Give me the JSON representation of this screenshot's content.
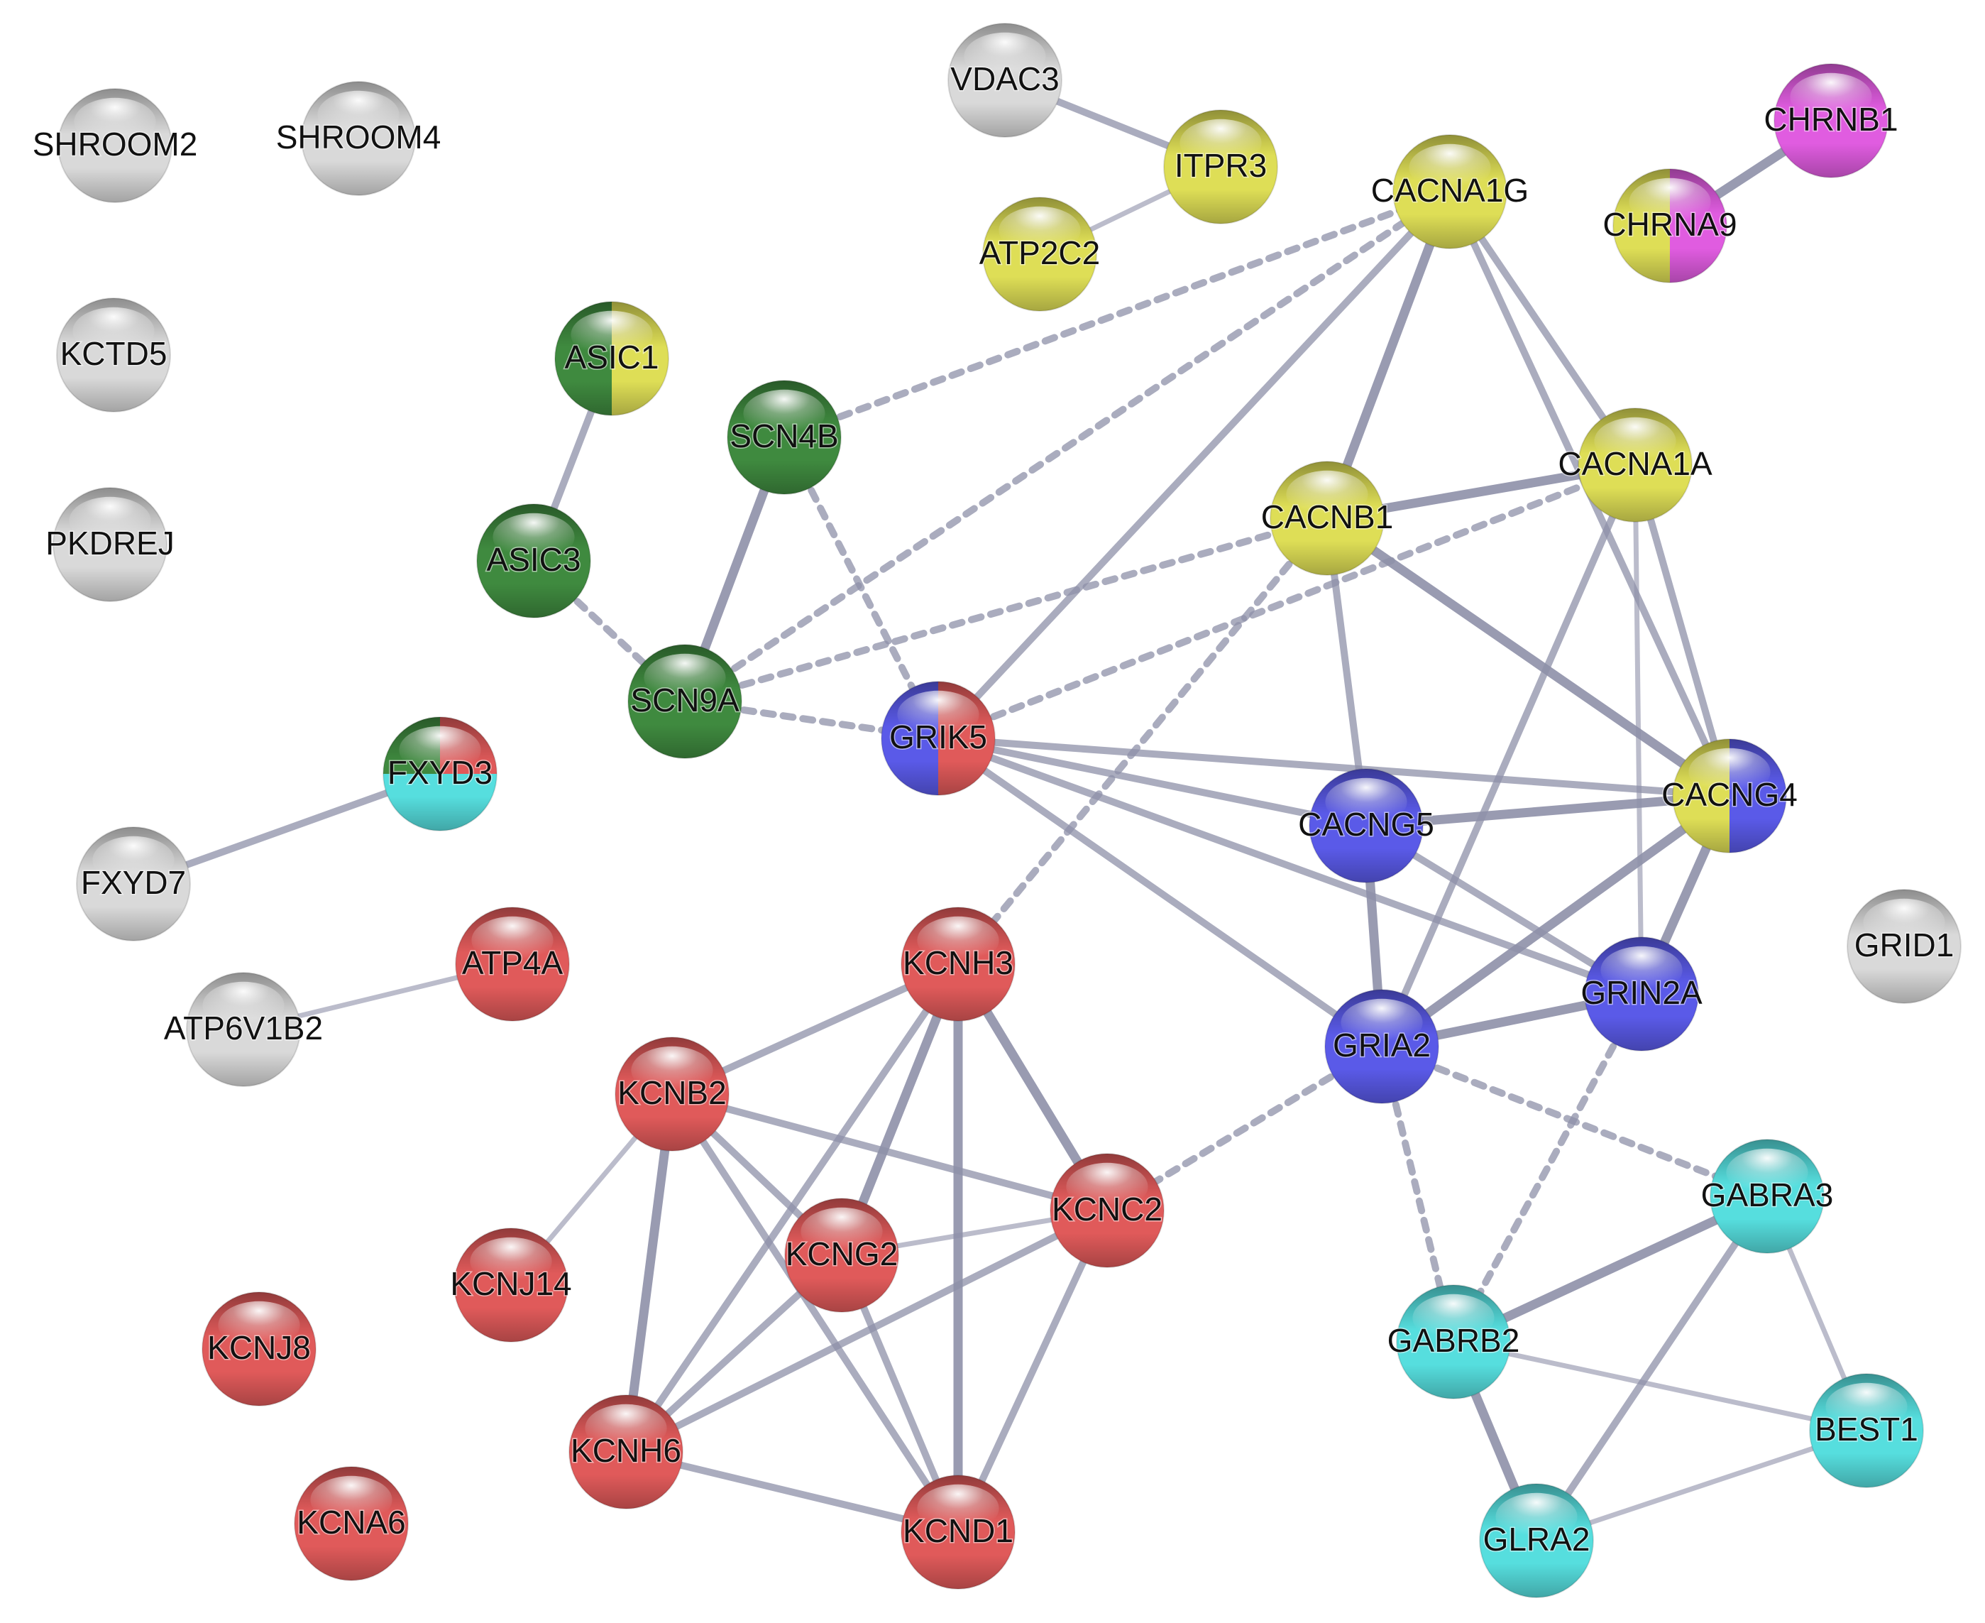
{
  "network": {
    "colors": {
      "gray": "#d9d9d9",
      "yellow": "#dede56",
      "magenta": "#e05ce0",
      "green": "#3f8a3f",
      "cyan": "#56dede",
      "red": "#e05a5a",
      "blue": "#5a5ae8",
      "edge": "#8e90a8"
    },
    "nodes": [
      {
        "id": "SHROOM2",
        "label": "SHROOM2",
        "colors": [
          "gray"
        ]
      },
      {
        "id": "SHROOM4",
        "label": "SHROOM4",
        "colors": [
          "gray"
        ]
      },
      {
        "id": "KCTD5",
        "label": "KCTD5",
        "colors": [
          "gray"
        ]
      },
      {
        "id": "PKDREJ",
        "label": "PKDREJ",
        "colors": [
          "gray"
        ]
      },
      {
        "id": "VDAC3",
        "label": "VDAC3",
        "colors": [
          "gray"
        ]
      },
      {
        "id": "ITPR3",
        "label": "ITPR3",
        "colors": [
          "yellow"
        ]
      },
      {
        "id": "ATP2C2",
        "label": "ATP2C2",
        "colors": [
          "yellow"
        ]
      },
      {
        "id": "CACNA1G",
        "label": "CACNA1G",
        "colors": [
          "yellow"
        ]
      },
      {
        "id": "CHRNB1",
        "label": "CHRNB1",
        "colors": [
          "magenta"
        ]
      },
      {
        "id": "CHRNA9",
        "label": "CHRNA9",
        "colors": [
          "yellow",
          "magenta"
        ]
      },
      {
        "id": "ASIC1",
        "label": "ASIC1",
        "colors": [
          "green",
          "yellow"
        ]
      },
      {
        "id": "SCN4B",
        "label": "SCN4B",
        "colors": [
          "green"
        ]
      },
      {
        "id": "ASIC3",
        "label": "ASIC3",
        "colors": [
          "green"
        ]
      },
      {
        "id": "SCN9A",
        "label": "SCN9A",
        "colors": [
          "green"
        ]
      },
      {
        "id": "CACNB1",
        "label": "CACNB1",
        "colors": [
          "yellow"
        ]
      },
      {
        "id": "CACNA1A",
        "label": "CACNA1A",
        "colors": [
          "yellow"
        ]
      },
      {
        "id": "FXYD3",
        "label": "FXYD3",
        "colors": [
          "green",
          "red",
          "cyan"
        ]
      },
      {
        "id": "FXYD7",
        "label": "FXYD7",
        "colors": [
          "gray"
        ]
      },
      {
        "id": "GRIK5",
        "label": "GRIK5",
        "colors": [
          "blue",
          "red"
        ]
      },
      {
        "id": "CACNG5",
        "label": "CACNG5",
        "colors": [
          "blue"
        ]
      },
      {
        "id": "CACNG4",
        "label": "CACNG4",
        "colors": [
          "yellow",
          "blue"
        ]
      },
      {
        "id": "GRID1",
        "label": "GRID1",
        "colors": [
          "gray"
        ]
      },
      {
        "id": "ATP4A",
        "label": "ATP4A",
        "colors": [
          "red"
        ]
      },
      {
        "id": "ATP6V1B2",
        "label": "ATP6V1B2",
        "colors": [
          "gray"
        ]
      },
      {
        "id": "KCNH3",
        "label": "KCNH3",
        "colors": [
          "red"
        ]
      },
      {
        "id": "GRIN2A",
        "label": "GRIN2A",
        "colors": [
          "blue"
        ]
      },
      {
        "id": "GRIA2",
        "label": "GRIA2",
        "colors": [
          "blue"
        ]
      },
      {
        "id": "KCNB2",
        "label": "KCNB2",
        "colors": [
          "red"
        ]
      },
      {
        "id": "GABRA3",
        "label": "GABRA3",
        "colors": [
          "cyan"
        ]
      },
      {
        "id": "KCNC2",
        "label": "KCNC2",
        "colors": [
          "red"
        ]
      },
      {
        "id": "KCNG2",
        "label": "KCNG2",
        "colors": [
          "red"
        ]
      },
      {
        "id": "KCNJ14",
        "label": "KCNJ14",
        "colors": [
          "red"
        ]
      },
      {
        "id": "GABRB2",
        "label": "GABRB2",
        "colors": [
          "cyan"
        ]
      },
      {
        "id": "KCNJ8",
        "label": "KCNJ8",
        "colors": [
          "red"
        ]
      },
      {
        "id": "BEST1",
        "label": "BEST1",
        "colors": [
          "cyan"
        ]
      },
      {
        "id": "KCNH6",
        "label": "KCNH6",
        "colors": [
          "red"
        ]
      },
      {
        "id": "KCND1",
        "label": "KCND1",
        "colors": [
          "red"
        ]
      },
      {
        "id": "GLRA2",
        "label": "GLRA2",
        "colors": [
          "cyan"
        ]
      },
      {
        "id": "KCNA6",
        "label": "KCNA6",
        "colors": [
          "red"
        ]
      }
    ],
    "edges": [
      {
        "source": "VDAC3",
        "target": "ITPR3",
        "style": "solid",
        "weight": 2
      },
      {
        "source": "ATP2C2",
        "target": "ITPR3",
        "style": "solid",
        "weight": 1
      },
      {
        "source": "CHRNA9",
        "target": "CHRNB1",
        "style": "solid",
        "weight": 3
      },
      {
        "source": "ASIC1",
        "target": "ASIC3",
        "style": "solid",
        "weight": 2
      },
      {
        "source": "SCN4B",
        "target": "SCN9A",
        "style": "solid",
        "weight": 3
      },
      {
        "source": "ASIC3",
        "target": "SCN9A",
        "style": "dashed",
        "weight": 2
      },
      {
        "source": "SCN4B",
        "target": "CACNA1G",
        "style": "dashed",
        "weight": 2
      },
      {
        "source": "SCN9A",
        "target": "CACNA1G",
        "style": "dashed",
        "weight": 2
      },
      {
        "source": "SCN9A",
        "target": "CACNB1",
        "style": "dashed",
        "weight": 2
      },
      {
        "source": "SCN9A",
        "target": "GRIK5",
        "style": "dashed",
        "weight": 2
      },
      {
        "source": "SCN4B",
        "target": "GRIK5",
        "style": "dashed",
        "weight": 2
      },
      {
        "source": "GRIK5",
        "target": "CACNA1G",
        "style": "solid",
        "weight": 2
      },
      {
        "source": "CACNA1G",
        "target": "CACNB1",
        "style": "solid",
        "weight": 3
      },
      {
        "source": "CACNA1G",
        "target": "CACNA1A",
        "style": "solid",
        "weight": 2
      },
      {
        "source": "CACNA1G",
        "target": "CACNG4",
        "style": "solid",
        "weight": 2
      },
      {
        "source": "CACNB1",
        "target": "CACNA1A",
        "style": "solid",
        "weight": 3
      },
      {
        "source": "CACNB1",
        "target": "CACNG5",
        "style": "solid",
        "weight": 2
      },
      {
        "source": "CACNB1",
        "target": "CACNG4",
        "style": "solid",
        "weight": 3
      },
      {
        "source": "CACNB1",
        "target": "KCNH3",
        "style": "dashed",
        "weight": 2
      },
      {
        "source": "GRIK5",
        "target": "CACNA1A",
        "style": "dashed",
        "weight": 2
      },
      {
        "source": "CACNA1A",
        "target": "CACNG4",
        "style": "solid",
        "weight": 2
      },
      {
        "source": "CACNA1A",
        "target": "GRIN2A",
        "style": "solid",
        "weight": 1
      },
      {
        "source": "CACNA1A",
        "target": "GRIA2",
        "style": "solid",
        "weight": 2
      },
      {
        "source": "GRIK5",
        "target": "CACNG5",
        "style": "solid",
        "weight": 2
      },
      {
        "source": "GRIK5",
        "target": "CACNG4",
        "style": "solid",
        "weight": 2
      },
      {
        "source": "GRIK5",
        "target": "GRIN2A",
        "style": "solid",
        "weight": 2
      },
      {
        "source": "GRIK5",
        "target": "GRIA2",
        "style": "solid",
        "weight": 2
      },
      {
        "source": "CACNG5",
        "target": "CACNG4",
        "style": "solid",
        "weight": 3
      },
      {
        "source": "CACNG5",
        "target": "GRIA2",
        "style": "solid",
        "weight": 3
      },
      {
        "source": "CACNG5",
        "target": "GRIN2A",
        "style": "solid",
        "weight": 2
      },
      {
        "source": "CACNG4",
        "target": "GRIN2A",
        "style": "solid",
        "weight": 3
      },
      {
        "source": "CACNG4",
        "target": "GRIA2",
        "style": "solid",
        "weight": 3
      },
      {
        "source": "GRIA2",
        "target": "GRIN2A",
        "style": "solid",
        "weight": 3
      },
      {
        "source": "GRIA2",
        "target": "KCNC2",
        "style": "dashed",
        "weight": 2
      },
      {
        "source": "GRIA2",
        "target": "GABRA3",
        "style": "dashed",
        "weight": 2
      },
      {
        "source": "GRIA2",
        "target": "GABRB2",
        "style": "dashed",
        "weight": 2
      },
      {
        "source": "GRIN2A",
        "target": "GABRB2",
        "style": "dashed",
        "weight": 2
      },
      {
        "source": "FXYD3",
        "target": "FXYD7",
        "style": "solid",
        "weight": 2
      },
      {
        "source": "ATP4A",
        "target": "ATP6V1B2",
        "style": "solid",
        "weight": 1
      },
      {
        "source": "KCNH3",
        "target": "KCNB2",
        "style": "solid",
        "weight": 2
      },
      {
        "source": "KCNH3",
        "target": "KCNG2",
        "style": "solid",
        "weight": 3
      },
      {
        "source": "KCNH3",
        "target": "KCNC2",
        "style": "solid",
        "weight": 3
      },
      {
        "source": "KCNH3",
        "target": "KCNH6",
        "style": "solid",
        "weight": 2
      },
      {
        "source": "KCNH3",
        "target": "KCND1",
        "style": "solid",
        "weight": 3
      },
      {
        "source": "KCNB2",
        "target": "KCNC2",
        "style": "solid",
        "weight": 2
      },
      {
        "source": "KCNB2",
        "target": "KCNG2",
        "style": "solid",
        "weight": 2
      },
      {
        "source": "KCNB2",
        "target": "KCNH6",
        "style": "solid",
        "weight": 3
      },
      {
        "source": "KCNB2",
        "target": "KCND1",
        "style": "solid",
        "weight": 2
      },
      {
        "source": "KCNB2",
        "target": "KCNJ14",
        "style": "solid",
        "weight": 1
      },
      {
        "source": "KCNG2",
        "target": "KCNC2",
        "style": "solid",
        "weight": 1
      },
      {
        "source": "KCNG2",
        "target": "KCNH6",
        "style": "solid",
        "weight": 2
      },
      {
        "source": "KCNG2",
        "target": "KCND1",
        "style": "solid",
        "weight": 2
      },
      {
        "source": "KCNC2",
        "target": "KCNH6",
        "style": "solid",
        "weight": 2
      },
      {
        "source": "KCNC2",
        "target": "KCND1",
        "style": "solid",
        "weight": 2
      },
      {
        "source": "KCNH6",
        "target": "KCND1",
        "style": "solid",
        "weight": 2
      },
      {
        "source": "GABRA3",
        "target": "GABRB2",
        "style": "solid",
        "weight": 3
      },
      {
        "source": "GABRA3",
        "target": "BEST1",
        "style": "solid",
        "weight": 1
      },
      {
        "source": "GABRA3",
        "target": "GLRA2",
        "style": "solid",
        "weight": 2
      },
      {
        "source": "GABRB2",
        "target": "BEST1",
        "style": "solid",
        "weight": 1
      },
      {
        "source": "GABRB2",
        "target": "GLRA2",
        "style": "solid",
        "weight": 3
      },
      {
        "source": "GLRA2",
        "target": "BEST1",
        "style": "solid",
        "weight": 1
      }
    ]
  }
}
